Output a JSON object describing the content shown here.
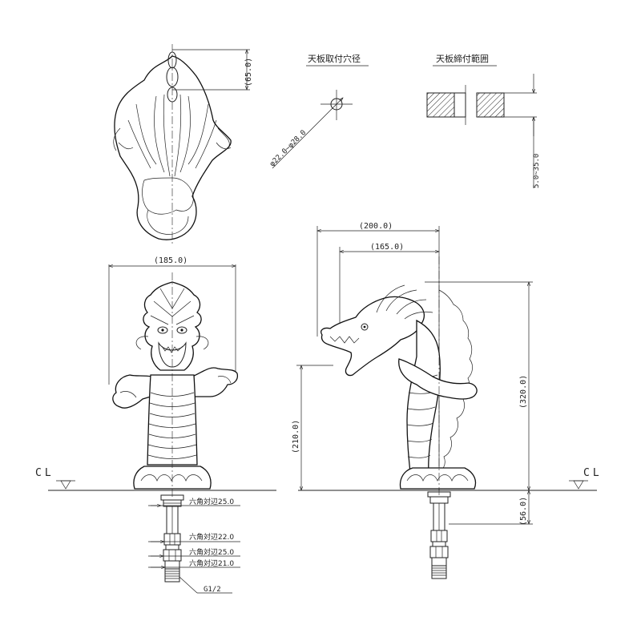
{
  "drawing": {
    "hole_title": "天板取付穴径",
    "hole_dim": "φ22.0~φ28.0",
    "clamp_title": "天板締付範囲",
    "clamp_dim": "5.0~35.0",
    "top_view_dim": "(65.0)",
    "front_width_dim": "(185.0)",
    "side_width_outer": "(200.0)",
    "side_width_inner": "(165.0)",
    "spout_height": "(210.0)",
    "total_height": "(320.0)",
    "below_counter": "(56.0)",
    "cl_left": "CL",
    "cl_right": "CL",
    "hex1": "六角対辺25.0",
    "hex2": "六角対辺22.0",
    "hex3": "六角対辺25.0",
    "hex4": "六角対辺21.0",
    "thread": "G1/2"
  }
}
